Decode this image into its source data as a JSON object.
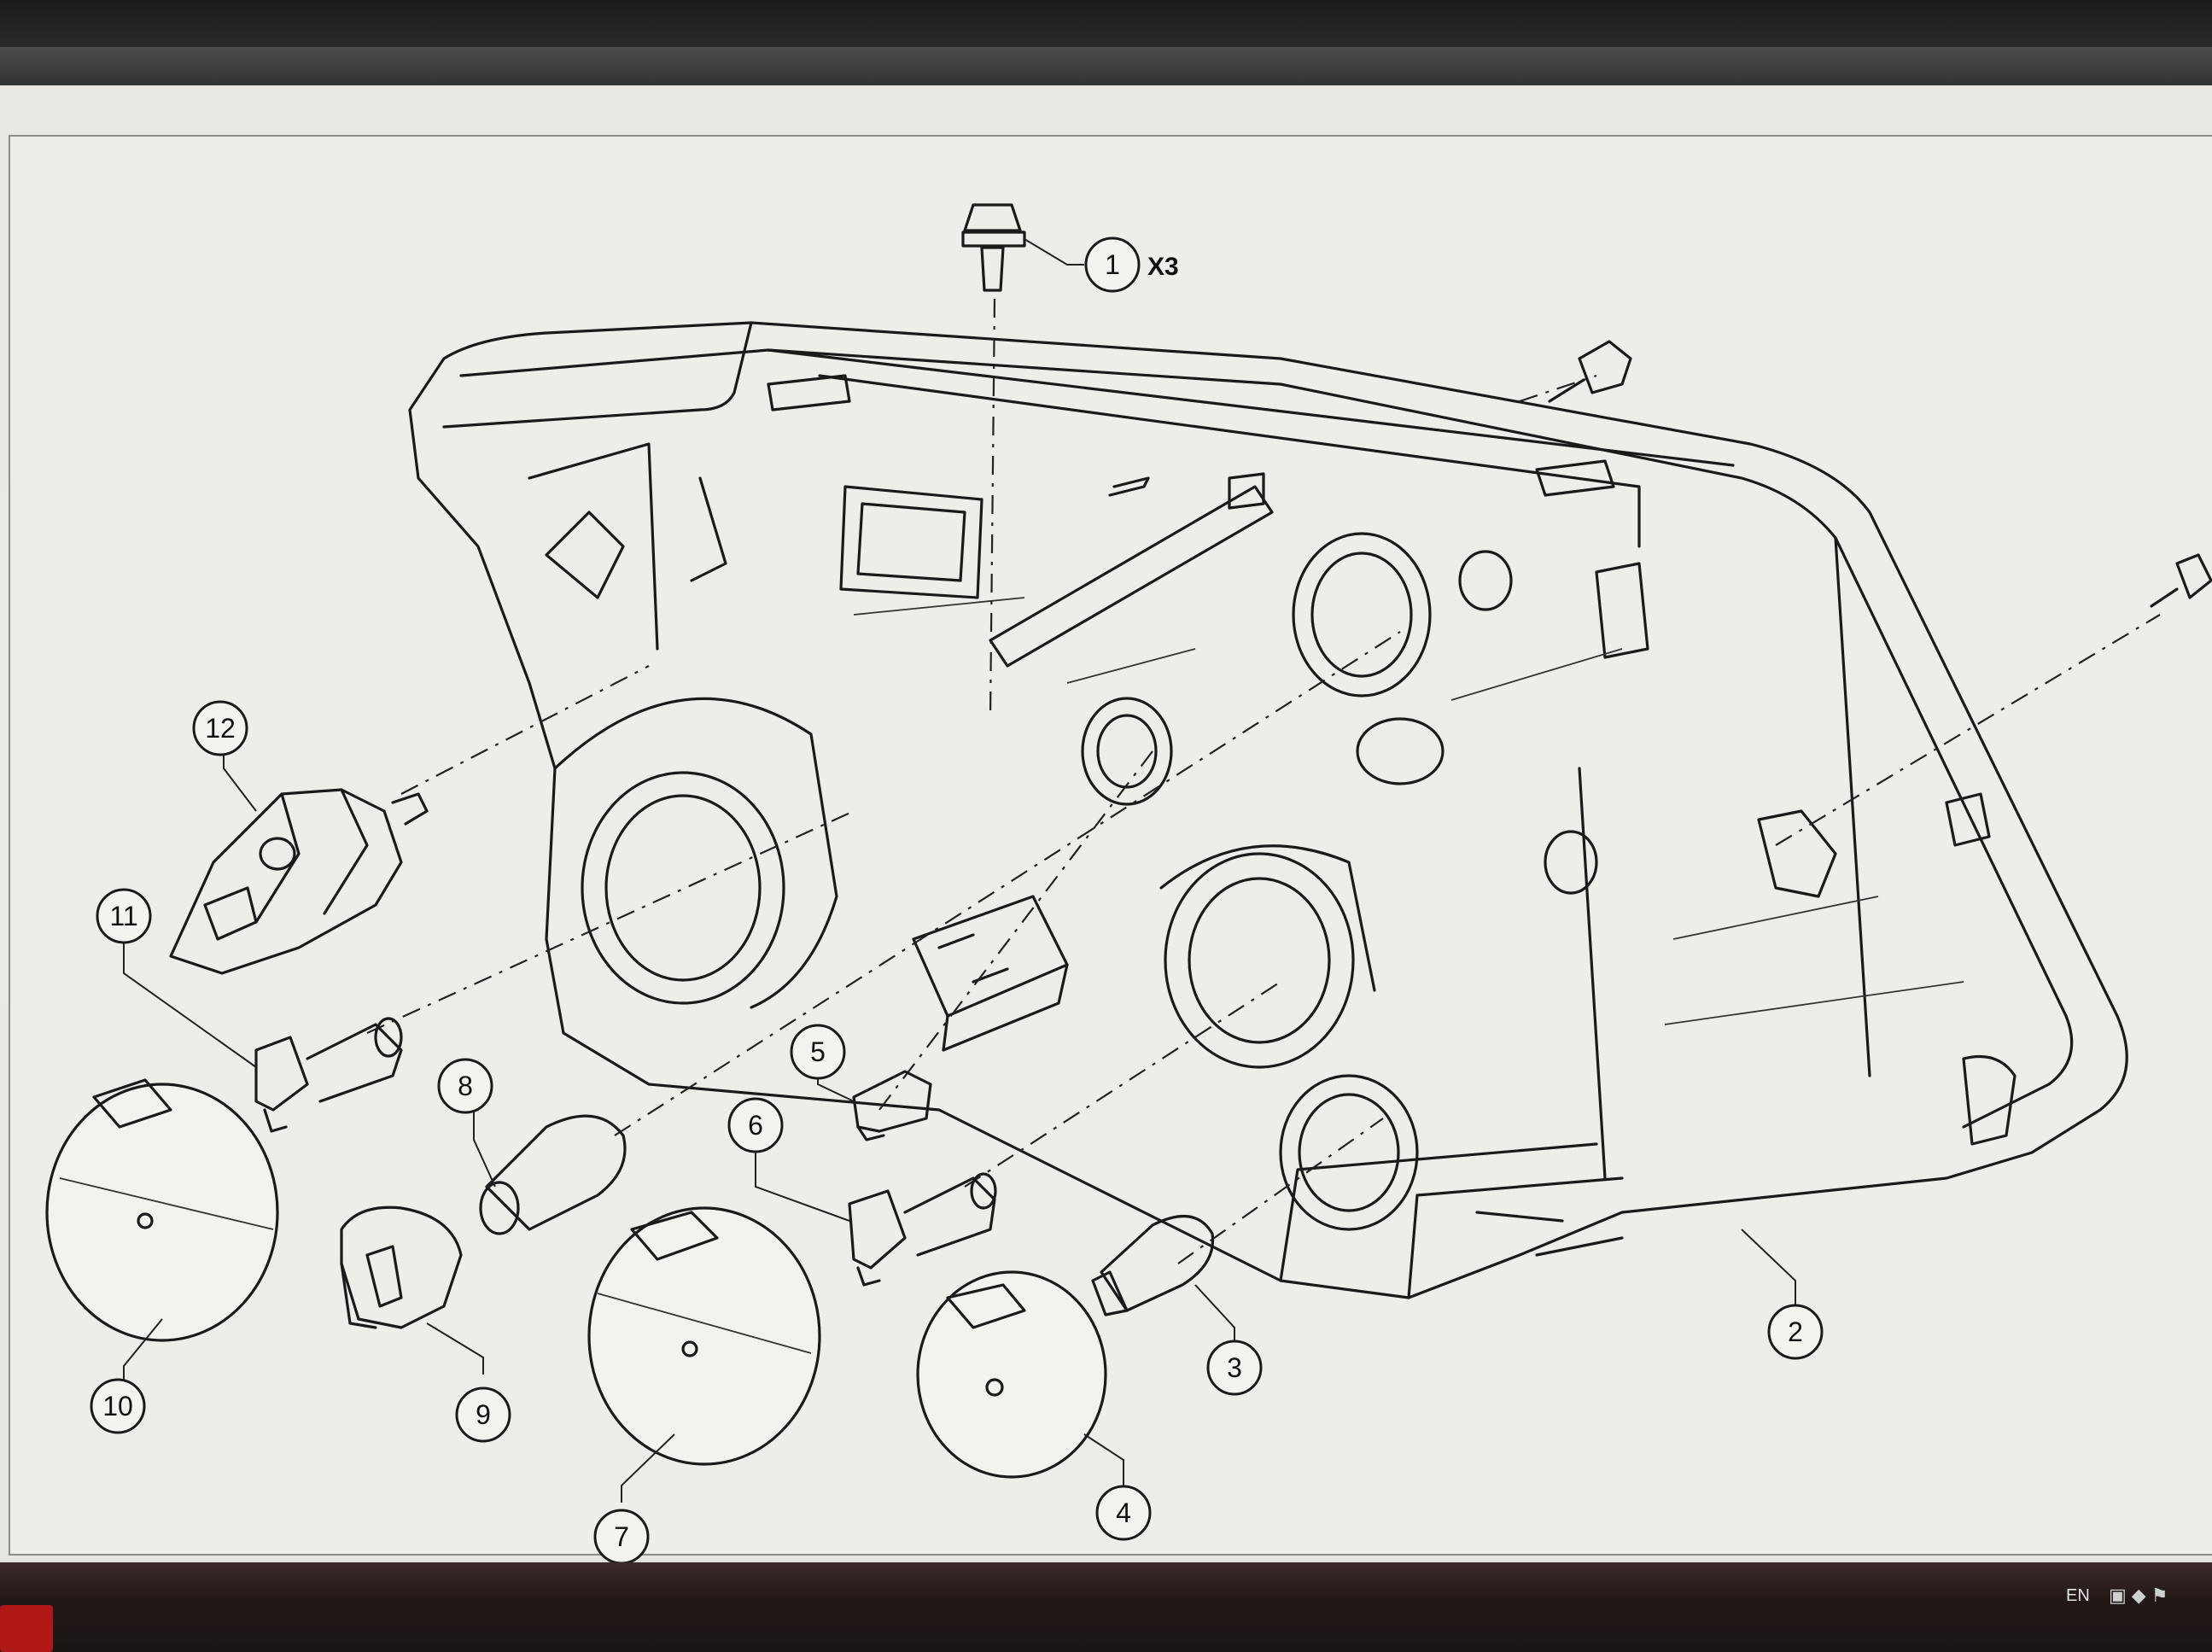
{
  "callouts": [
    {
      "id": "1",
      "qty": "X3"
    },
    {
      "id": "2"
    },
    {
      "id": "3"
    },
    {
      "id": "4"
    },
    {
      "id": "5"
    },
    {
      "id": "6"
    },
    {
      "id": "7"
    },
    {
      "id": "8"
    },
    {
      "id": "9"
    },
    {
      "id": "10"
    },
    {
      "id": "11"
    },
    {
      "id": "12"
    }
  ],
  "taskbar": {
    "language": "EN",
    "tray_icons": [
      "network-icon",
      "volume-icon",
      "flag-icon"
    ]
  },
  "colors": {
    "paper": "#eeede9",
    "ink": "#1a1a1a",
    "taskbar": "#231818",
    "start": "#b01818"
  }
}
